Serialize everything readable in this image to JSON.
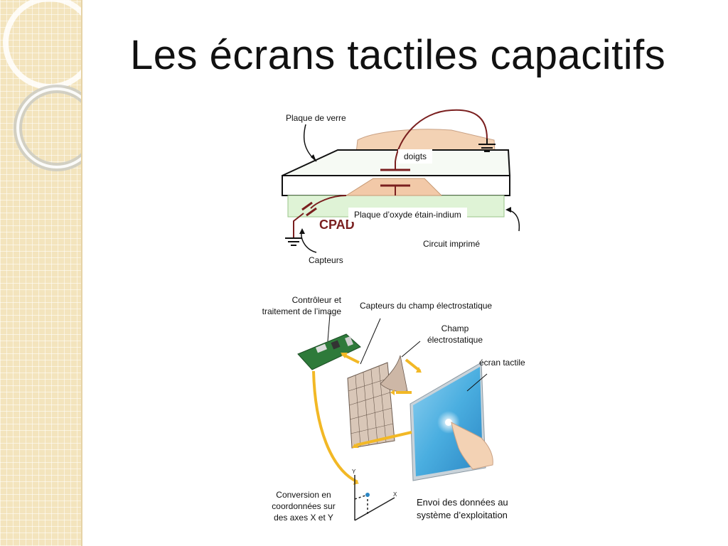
{
  "slide": {
    "title": "Les écrans tactiles capacitifs"
  },
  "diagram_top": {
    "plaque_verre": "Plaque de verre",
    "doigts": "doigts",
    "plaque_oxyde": "Plaque d’oxyde étain-indium",
    "circuit": "Circuit imprimé",
    "capteurs": "Capteurs",
    "cpad": "CPAD"
  },
  "diagram_bottom": {
    "controleur_l1": "Contrôleur et",
    "controleur_l2": "traitement de l’image",
    "capteurs_champ": "Capteurs du champ électrostatique",
    "champ_l1": "Champ",
    "champ_l2": "électrostatique",
    "ecran": "écran tactile",
    "conversion_l1": "Conversion en",
    "conversion_l2": "coordonnées sur",
    "conversion_l3": "des axes X et Y",
    "envoi_l1": "Envoi des données au",
    "envoi_l2": "système d’exploitation",
    "axis_x": "X",
    "axis_y": "Y"
  },
  "colors": {
    "sidebar": "#f3e4bd",
    "wire": "#7a1f1f",
    "glass_fill": "#dff3d6",
    "ito_fill": "#f2c9a8",
    "arrow_yellow": "#f2b825",
    "screen_blue": "#4aaee0"
  }
}
